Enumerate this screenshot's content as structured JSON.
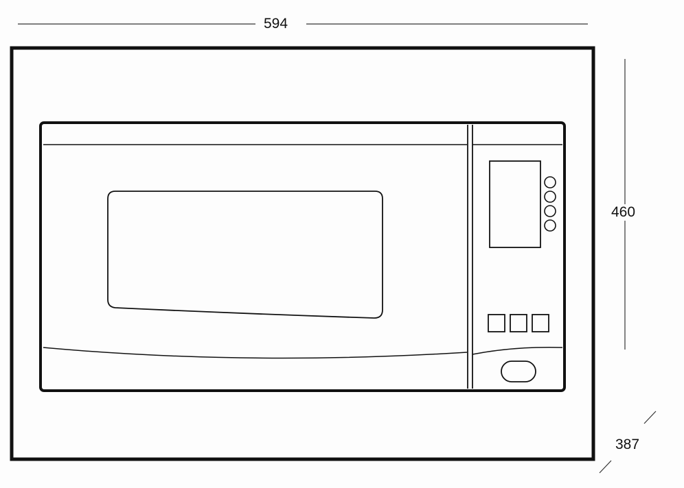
{
  "dimensions": {
    "width": "594",
    "height": "460",
    "depth": "387"
  },
  "colors": {
    "line": "#111111",
    "dimension_line": "#333333",
    "background": "#fdfdfd"
  }
}
